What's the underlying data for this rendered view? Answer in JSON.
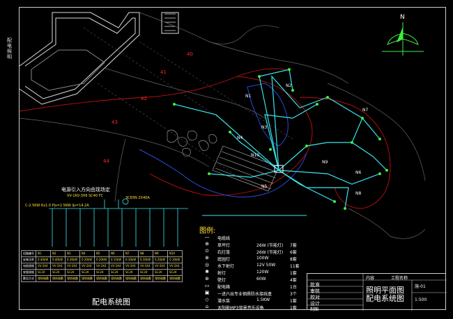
{
  "side_title": "配电照明",
  "north_label": "N",
  "zone_labels": [
    "40",
    "41",
    "42",
    "43",
    "44"
  ],
  "circuit_labels": [
    "N1",
    "N2",
    "N3",
    "N4",
    "N5",
    "N6",
    "N7",
    "N8",
    "N9",
    "N10"
  ],
  "system": {
    "title": "配电系统图",
    "header_note": "电源引入方向由现场定",
    "cable": "VV-1KV-3X6 SC40 FC",
    "breaker": "C-2.5KW Kx1.0 Pjs=2.5KW Ijs=14.2A",
    "bus": "3C65N 2X40A",
    "rows": [
      [
        "回路编号",
        "N1",
        "N2",
        "N3",
        "N4",
        "N5",
        "N6",
        "N7",
        "N8",
        "N9",
        "N10"
      ],
      [
        "安装功率",
        "0.40kW",
        "0.40kW",
        "0.36kW",
        "0.20kW",
        "0.20kW",
        "0.15kW",
        "0.30kW",
        "0.30kW",
        "0.20kW",
        "0.10kW"
      ],
      [
        "电缆规格",
        "VV-3X4",
        "VV-3X4",
        "VV-3X4",
        "VV-3X4",
        "VV-3X4",
        "VV-3X4",
        "VV-3X4",
        "VV-3X4",
        "VV-3X4",
        "VV-3X4"
      ],
      [
        "穿管规格",
        "SC20",
        "SC20",
        "SC20",
        "SC20",
        "SC20",
        "SC20",
        "SC20",
        "SC20",
        "SC20",
        "SC20"
      ],
      [
        "敷设方式",
        "埋地暗敷",
        "埋地暗敷",
        "埋地暗敷",
        "埋地暗敷",
        "埋地暗敷",
        "埋地暗敷",
        "埋地暗敷",
        "埋地暗敷",
        "埋地暗敷",
        "埋地暗敷"
      ]
    ]
  },
  "legend": {
    "title": "图例:",
    "items": [
      {
        "symbol": "—",
        "label": "电缆线",
        "spec": "",
        "qty": ""
      },
      {
        "symbol": "⊕",
        "label": "草坪灯",
        "spec": "26W (节能灯)",
        "qty": "7套"
      },
      {
        "symbol": "⊙",
        "label": "石灯笼",
        "spec": "26W (节能灯)",
        "qty": "6套"
      },
      {
        "symbol": "⊗",
        "label": "庭园灯",
        "spec": "100W",
        "qty": "8套"
      },
      {
        "symbol": "◎",
        "label": "水下射灯",
        "spec": "12V 50W",
        "qty": "11套"
      },
      {
        "symbol": "✱",
        "label": "射灯",
        "spec": "120W",
        "qty": "1套"
      },
      {
        "symbol": "⊛",
        "label": "壁灯",
        "spec": "60W",
        "qty": "4套"
      },
      {
        "symbol": "▭",
        "label": "配电箱",
        "spec": "",
        "qty": "1台"
      },
      {
        "symbol": "▣",
        "label": "一进六出专业钢质防水接线盒",
        "spec": "",
        "qty": "3个"
      },
      {
        "symbol": "◇",
        "label": "潜水泵",
        "spec": "1.5KW",
        "qty": "1套"
      },
      {
        "symbol": "⌂",
        "label": "太阳能MP3背景音乐设备",
        "spec": "",
        "qty": "1套"
      }
    ]
  },
  "title_block": {
    "drawing_title": "照明平面图 配电系统图",
    "fields": [
      "批准",
      "审核",
      "校对",
      "设计",
      "制图"
    ],
    "content_label": "内容",
    "project_label": "工程名称",
    "sheet_no": "施-01",
    "scale": "1:500"
  }
}
